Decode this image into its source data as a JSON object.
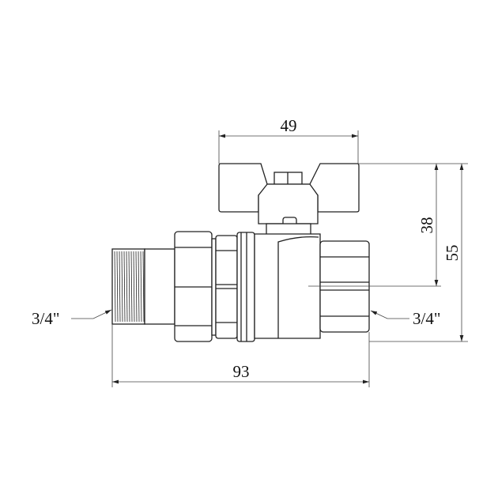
{
  "drawing": {
    "title": "Ball valve dimensional drawing",
    "dimensions": {
      "handle_width": "49",
      "axis_to_handle_top": "38",
      "overall_height": "55",
      "overall_length": "93"
    },
    "threads": {
      "left": "3/4\"",
      "right": "3/4\""
    },
    "line_color": "#222222"
  }
}
